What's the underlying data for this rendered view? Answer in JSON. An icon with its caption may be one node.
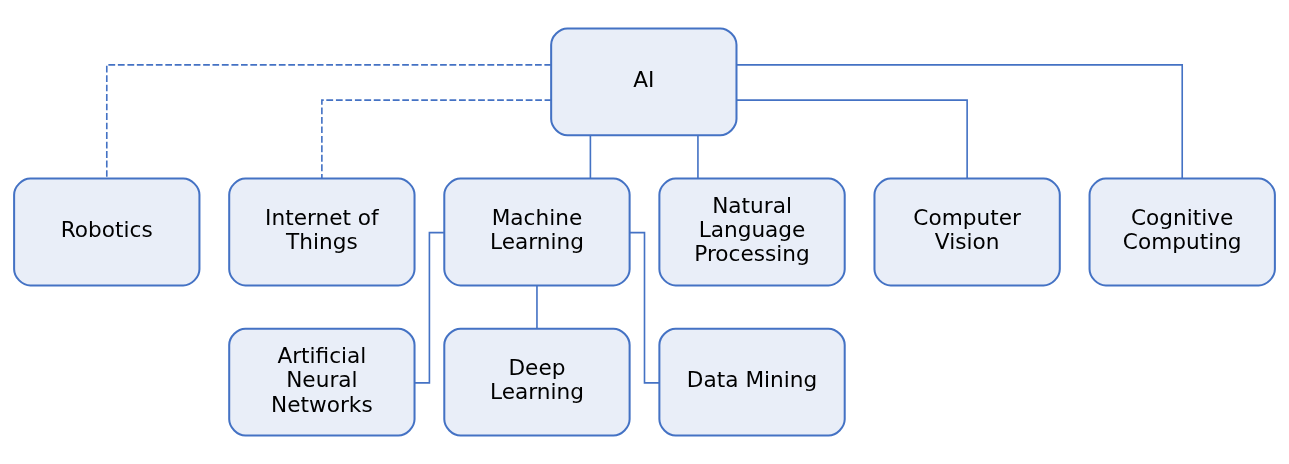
{
  "diagram": {
    "nodes": [
      {
        "text": [
          "AI"
        ]
      },
      {
        "text": [
          "Robotics"
        ]
      },
      {
        "text": [
          "Internet of Things"
        ]
      },
      {
        "text": [
          "Machine Learning"
        ]
      },
      {
        "text": [
          "Natural Language Processing"
        ]
      },
      {
        "text": [
          "Computer Vision"
        ]
      },
      {
        "text": [
          "Cognitive Computing"
        ]
      },
      {
        "text": [
          "Artificial Neural Networks"
        ]
      },
      {
        "text": [
          "Deep Learning"
        ]
      },
      {
        "text": [
          "Data Mining"
        ]
      }
    ],
    "edges": [
      {
        "from": 0,
        "to": 1,
        "arrow": "none",
        "style": "dashed"
      },
      {
        "from": 0,
        "to": 2,
        "arrow": "none",
        "style": "dashed"
      },
      {
        "from": 0,
        "to": 3,
        "arrow": "none"
      },
      {
        "from": 0,
        "to": 4,
        "arrow": "none"
      },
      {
        "from": 0,
        "to": 5,
        "arrow": "none"
      },
      {
        "from": 0,
        "to": 6,
        "arrow": "none"
      },
      {
        "from": 3,
        "to": 7,
        "arrow": "none"
      },
      {
        "from": 3,
        "to": 8,
        "arrow": "none"
      },
      {
        "from": 3,
        "to": 9,
        "arrow": "none"
      }
    ]
  }
}
